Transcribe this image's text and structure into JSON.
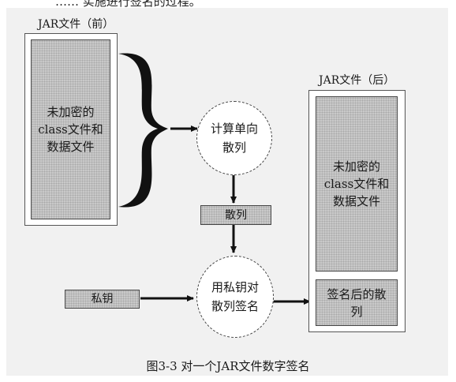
{
  "header_cut_text": "…… 实施进行签名的过程。",
  "jar_before": {
    "title": "JAR文件（前）",
    "content_lines": [
      "未加密的",
      "class文件和",
      "数据文件"
    ]
  },
  "hash_step": {
    "lines": [
      "计算单向",
      "散列"
    ]
  },
  "hash_result": "散列",
  "private_key": "私钥",
  "sign_step": {
    "lines": [
      "用私钥对",
      "散列签名"
    ]
  },
  "jar_after": {
    "title": "JAR文件（后）",
    "content_lines": [
      "未加密的",
      "class文件和",
      "数据文件"
    ],
    "signature_lines": [
      "签名后的散",
      "列"
    ]
  },
  "caption": "图3-3  对一个JAR文件数字签名"
}
